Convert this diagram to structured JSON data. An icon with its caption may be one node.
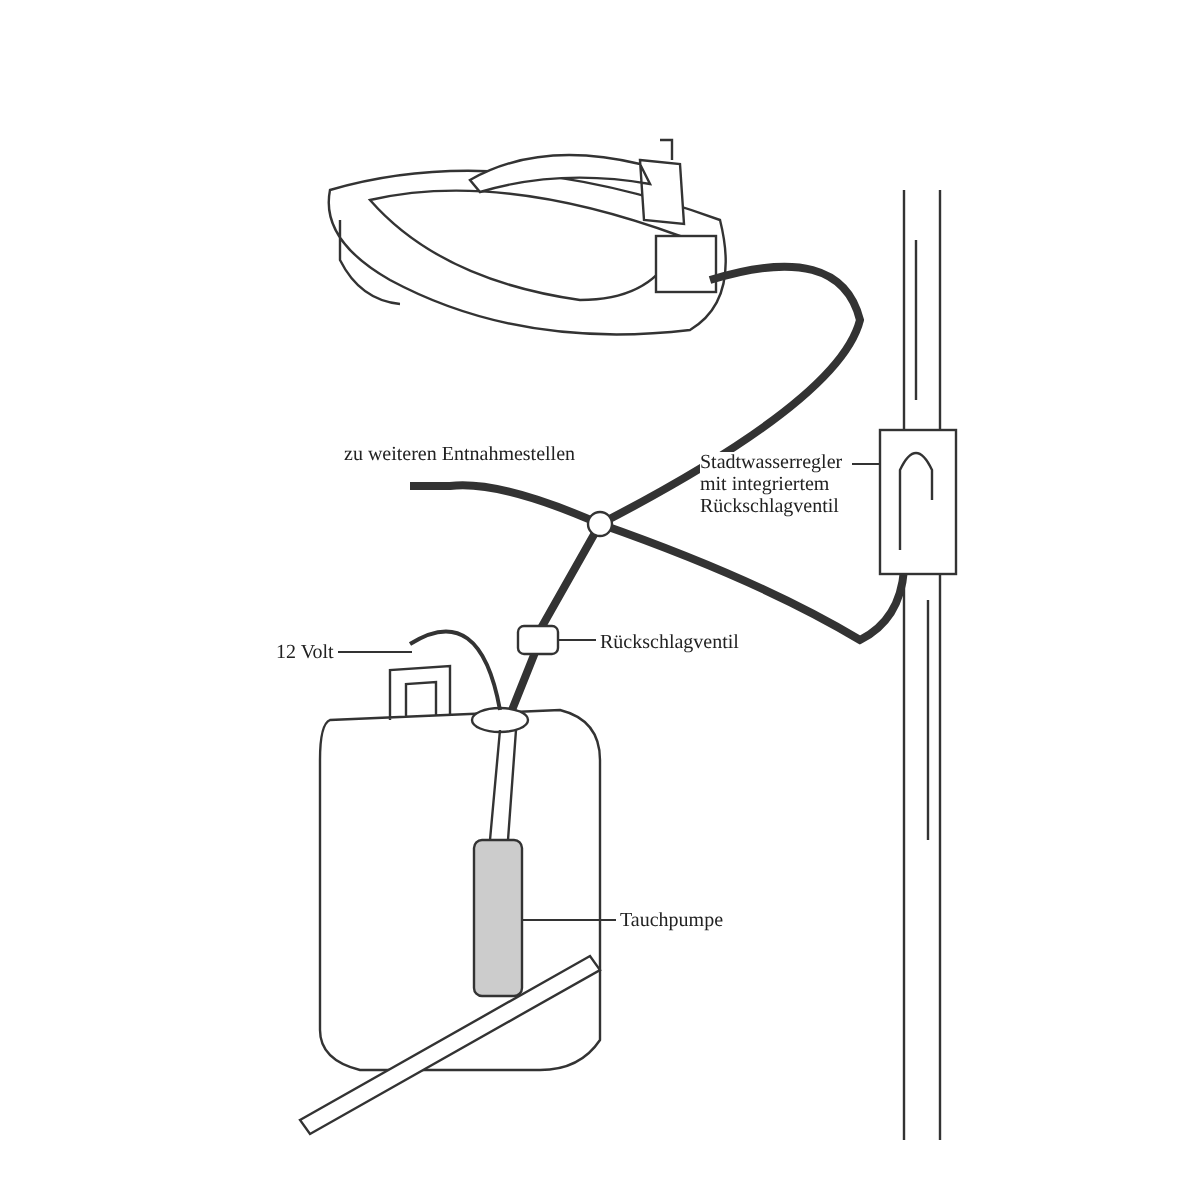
{
  "diagram": {
    "nodes": [
      {
        "text": [
          "Stadtwasserregler mit integriertem Rückschlagventil"
        ]
      },
      {
        "text": [],
        "shape": "picture"
      },
      {
        "text": [
          "12 Volt"
        ]
      },
      {
        "text": [],
        "shape": "picture"
      },
      {
        "text": [
          "Rückschlagventil"
        ]
      },
      {
        "text": [],
        "shape": "picture"
      },
      {
        "text": [
          "Tauchpumpe"
        ]
      },
      {
        "text": [],
        "shape": "picture"
      }
    ],
    "edges": [
      {
        "from": 0,
        "to": 1,
        "arrow": "none"
      },
      {
        "from": 2,
        "to": 3,
        "arrow": "none"
      },
      {
        "from": 4,
        "to": 5,
        "arrow": "none"
      },
      {
        "from": 6,
        "to": 7,
        "arrow": "none"
      }
    ],
    "labels": [
      "zu weiteren Entnahmestellen"
    ]
  }
}
